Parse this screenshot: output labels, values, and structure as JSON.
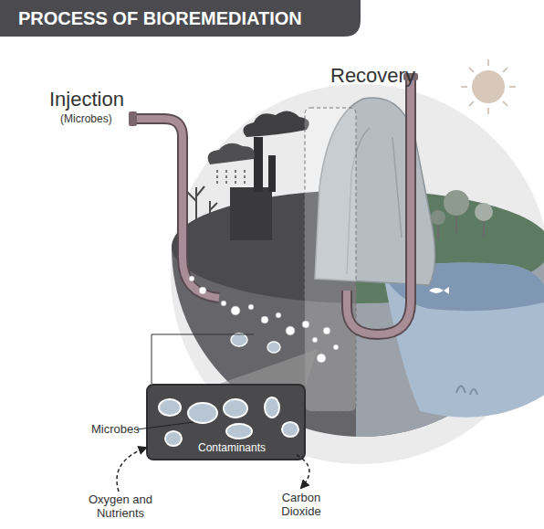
{
  "diagram": {
    "title": "PROCESS OF BIOREMEDIATION",
    "nodes": [
      {
        "text": [
          "Contaminants"
        ]
      }
    ],
    "labels": [
      "Injection",
      "(Microbes)",
      "Recovery",
      "Microbes",
      "Oxygen and Nutrients",
      "Carbon Dioxide"
    ]
  }
}
